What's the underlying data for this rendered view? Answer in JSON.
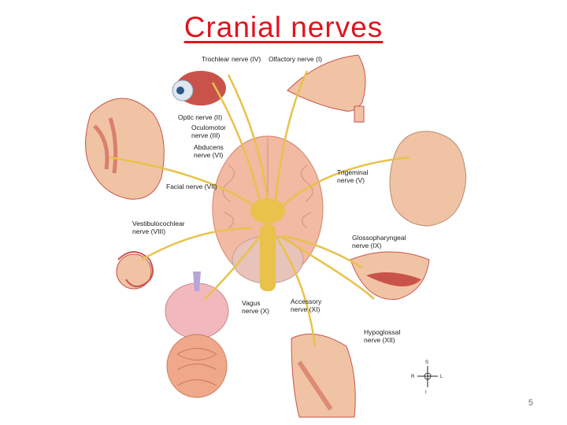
{
  "title": "Cranial nerves",
  "labels": {
    "trochlear": "Trochlear nerve (IV)",
    "olfactory": "Olfactory nerve (I)",
    "optic": "Optic nerve (II)",
    "oculomotor": "Oculomotor\nnerve (III)",
    "abducens": "Abducens\nnerve (VI)",
    "facial": "Facial nerve (VII)",
    "trigeminal": "Trigeminal\nnerve (V)",
    "vestibulocochlear": "Vestibulocochlear\nnerve (VIII)",
    "glossopharyngeal": "Glossopharyngeal\nnerve (IX)",
    "vagus": "Vagus\nnerve (X)",
    "accessory": "Accessory\nnerve (XI)",
    "hypoglossal": "Hypoglossal\nnerve (XII)"
  },
  "compass": {
    "n": "S",
    "s": "I",
    "w": "R",
    "e": "L"
  },
  "slide_number": "5",
  "colors": {
    "title": "#e0141e",
    "nerve": "#e8c24a",
    "brain": "#f2b9a3",
    "muscle": "#c9534a",
    "skin": "#f0c3a4"
  }
}
